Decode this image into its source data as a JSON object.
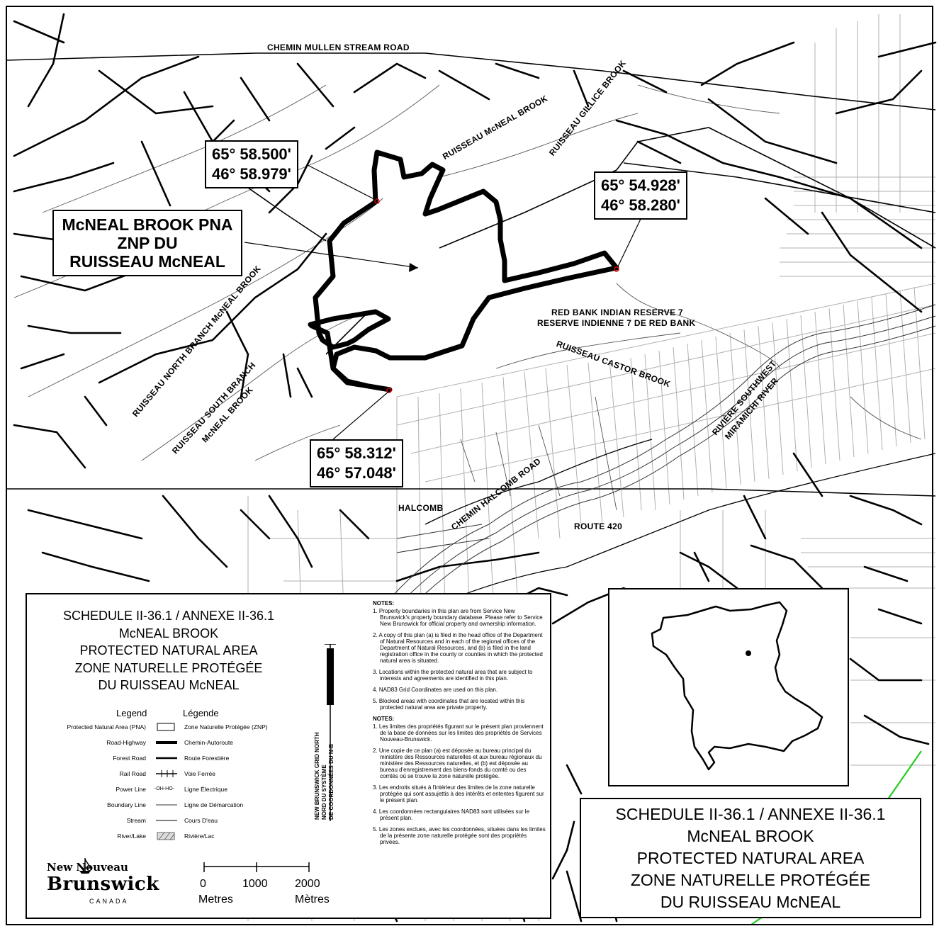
{
  "map": {
    "road_labels": {
      "mullen": "CHEMIN MULLEN STREAM ROAD",
      "halcomb": "CHEMIN HALCOMB ROAD",
      "route420": "ROUTE 420"
    },
    "stream_labels": {
      "mcneal": "RUISSEAU McNEAL BROOK",
      "gillice": "RUISSEAU GILLICE BROOK",
      "north_branch": "RUISSEAU NORTH BRANCH McNEAL BROOK",
      "south_branch_1": "RUISSEAU SOUTH BRANCH",
      "south_branch_2": "McNEAL BROOK",
      "castor": "RUISSEAU CASTOR BROOK",
      "miramichi_1": "RIVIÈRE SOUTHWEST",
      "miramichi_2": "MIRAMICHI RIVER"
    },
    "place_labels": {
      "halcomb": "HALCOMB",
      "reserve_1": "RED BANK INDIAN RESERVE 7",
      "reserve_2": "RESERVE INDIENNE 7 DE RED BANK"
    },
    "pna_label": [
      "McNEAL BROOK PNA",
      "ZNP DU",
      "RUISSEAU McNEAL"
    ],
    "coordinates": [
      {
        "lon": "65° 58.500'",
        "lat": "46° 58.979'"
      },
      {
        "lon": "65° 54.928'",
        "lat": "46° 58.280'"
      },
      {
        "lon": "65° 58.312'",
        "lat": "46° 57.048'"
      }
    ]
  },
  "legend_panel": {
    "title": [
      "SCHEDULE II-36.1 / ANNEXE II-36.1",
      "McNEAL BROOK",
      "PROTECTED NATURAL AREA",
      "ZONE NATURELLE PROTÉGÉE",
      "DU RUISSEAU McNEAL"
    ],
    "legend_en": "Legend",
    "legend_fr": "Légende",
    "items": [
      {
        "en": "Protected Natural Area (PNA)",
        "fr": "Zone Naturelle Protégée (ZNP)",
        "symbol": "box"
      },
      {
        "en": "Road-Highway",
        "fr": "Chemin-Autoroute",
        "symbol": "thick"
      },
      {
        "en": "Forest Road",
        "fr": "Route Forestière",
        "symbol": "medium"
      },
      {
        "en": "Rail Road",
        "fr": "Voie Ferrée",
        "symbol": "rail"
      },
      {
        "en": "Power Line",
        "fr": "Ligne Électrique",
        "symbol": "power",
        "symbol_text": "-OH-HO-"
      },
      {
        "en": "Boundary Line",
        "fr": "Ligne de Démarcation",
        "symbol": "grey"
      },
      {
        "en": "Stream",
        "fr": "Cours D'eau",
        "symbol": "thin"
      },
      {
        "en": "River/Lake",
        "fr": "Rivière/Lac",
        "symbol": "hatch"
      }
    ],
    "north_arrow_text": [
      "NEW BRUNSWICK GRID NORTH",
      "NORD DU SYSTÈME",
      "DE COORDONNÉES DU N-B"
    ],
    "logo": {
      "line1": "New Nouveau",
      "line2": "Brunswick",
      "line3": "CANADA"
    },
    "scale": {
      "t0": "0",
      "t1": "1000",
      "t2": "2000",
      "unit_en": "Metres",
      "unit_fr": "Mètres"
    },
    "notes_en_head": "NOTES:",
    "notes_en": [
      "1. Property boundaries in this plan are from Service New Brunswick's property boundary database. Please refer to Service New Brunswick for official property and ownership information.",
      "2. A copy of this plan (a) is filed in the head office of the Department of Natural Resources and in each of the regional offices of the Department of Natural Resources, and (b) is filed in the land registration office in the county or counties in which the protected natural area is situated.",
      "3. Locations within the protected natural area that are subject to interests and agreements are identified in this plan.",
      "4. NAD83 Grid Coordinates are used on this plan.",
      "5. Blocked areas with coordinates that are located within this protected natural area are private property."
    ],
    "notes_fr_head": "NOTES:",
    "notes_fr": [
      "1. Les limites des propriétés figurant sur le présent plan proviennent de la base de données sur les limites des propriétés de Services Nouveau-Brunswick.",
      "2. Une copie de ce plan (a) est déposée au bureau principal du ministère des Ressources naturelles et aux bureau régionaux du ministère des Ressources naturelles, et (b) est déposée au bureau d'enregistrement des biens-fonds du comté ou des comtés où se trouve la zone naturelle protégée.",
      "3. Les endroits situés à l'intérieur des limites de la zone naturelle protégée qui sont assujettis à des intérêts et ententes figurent sur le présent plan.",
      "4. Les coordonnées rectangulaires NAD83 sont utilisées sur le présent plan.",
      "5. Les zones exclues, avec les coordonnées, situées dans les limites de la présente zone naturelle protégée sont des propriétés privées."
    ]
  },
  "title_box": [
    "SCHEDULE II-36.1 / ANNEXE II-36.1",
    "McNEAL BROOK",
    "PROTECTED NATURAL AREA",
    "ZONE NATURELLE PROTÉGÉE",
    "DU RUISSEAU McNEAL"
  ],
  "colors": {
    "ink": "#000000",
    "grey": "#9a9a9a",
    "power": "#22cc22"
  }
}
